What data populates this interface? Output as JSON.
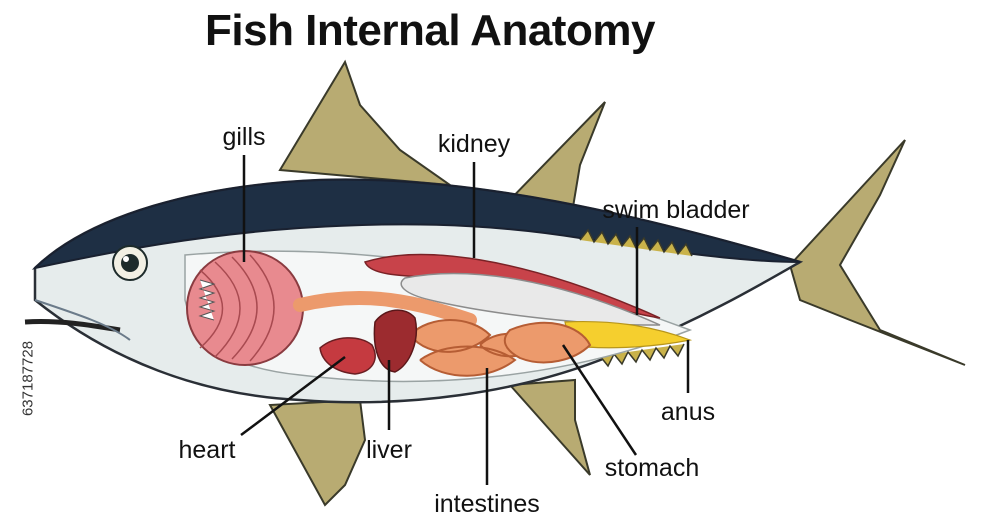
{
  "title": "Fish Internal Anatomy",
  "stock_id": "637187728",
  "labels": {
    "gills": "gills",
    "kidney": "kidney",
    "swim_bladder": "swim bladder",
    "anus": "anus",
    "stomach": "stomach",
    "intestines": "intestines",
    "liver": "liver",
    "heart": "heart"
  },
  "colors": {
    "back": "#1e2f44",
    "belly": "#e6ecec",
    "fin": "#b8ab72",
    "gill": "#e88a8f",
    "kidney": "#c8434a",
    "swim_bladder": "#e9e9e9",
    "liver": "#9c2b2f",
    "heart": "#c53a40",
    "intestine": "#ec9a6c",
    "gonad": "#f5cf2e"
  }
}
